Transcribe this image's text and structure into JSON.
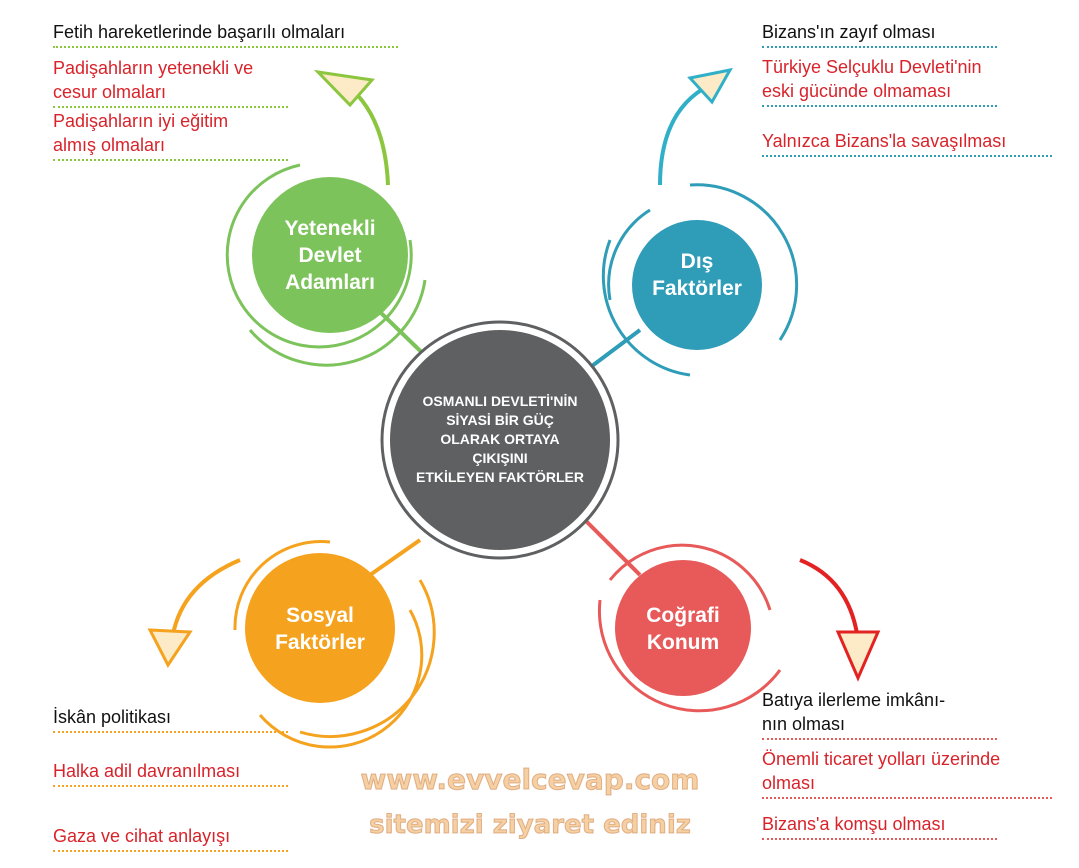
{
  "center": {
    "lines": [
      "OSMANLI DEVLETİ'NİN",
      "SİYASİ BİR GÜÇ",
      "OLARAK ORTAYA",
      "ÇIKIŞINI",
      "ETKİLEYEN FAKTÖRLER"
    ]
  },
  "nodes": {
    "green": {
      "lines": [
        "Yetenekli",
        "Devlet",
        "Adamları"
      ],
      "color": "#7dc35b"
    },
    "blue": {
      "lines": [
        "Dış",
        "Faktörler"
      ],
      "color": "#2f9cb8"
    },
    "orange": {
      "lines": [
        "Sosyal",
        "Faktörler"
      ],
      "color": "#f5a31f"
    },
    "red": {
      "lines": [
        "Coğrafi",
        "Konum"
      ],
      "color": "#e85a5a"
    }
  },
  "green_items": [
    "Fetih hareketlerinde başarılı olmaları",
    "Padişahların yetenekli ve",
    "cesur olmaları",
    "Padişahların iyi eğitim",
    "almış olmaları"
  ],
  "blue_items": [
    "Bizans'ın zayıf olması",
    "Türkiye Selçuklu Devleti'nin",
    "eski gücünde olmaması",
    "Yalnızca Bizans'la savaşılması"
  ],
  "orange_items": [
    "İskân politikası",
    "Halka adil davranılması",
    "Gaza ve cihat anlayışı"
  ],
  "red_items": [
    "Batıya ilerleme imkânı-",
    "nın olması",
    "Önemli ticaret yolları üzerinde",
    "olması",
    "Bizans'a komşu olması"
  ],
  "watermark": {
    "line1": "www.evvelcevap.com",
    "line2": "sitemizi ziyaret ediniz"
  }
}
